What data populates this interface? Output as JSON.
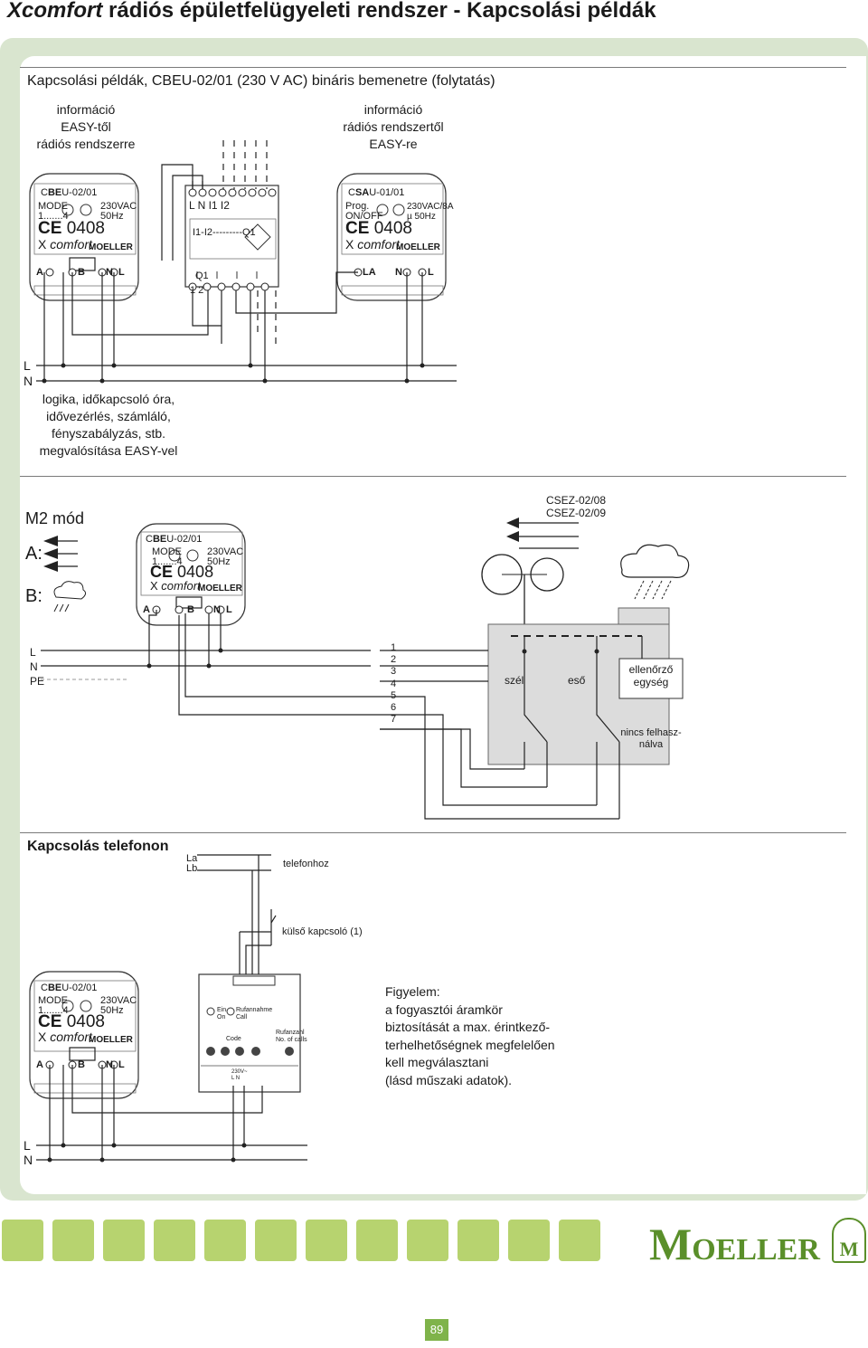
{
  "header": {
    "title_brand": "Xcomfort",
    "title_rest": " rádiós épületfelügyeleti rendszer - Kapcsolási példák"
  },
  "section1": {
    "heading": "Kapcsolási példák, CBEU-02/01 (230 V AC) bináris bemenetre (folytatás)",
    "left_info": [
      "információ",
      "EASY-től",
      "rádiós rendszerre"
    ],
    "right_info": [
      "információ",
      "rádiós rendszertől",
      "EASY-re"
    ],
    "bus_l": "L",
    "bus_n": "N",
    "easy_note": [
      "logika, időkapcsoló óra,",
      "idővezérlés, számláló,",
      "fényszabályzás, stb.",
      "megvalósítása EASY-vel"
    ]
  },
  "devices": {
    "cbeu": {
      "model_prefix": "C",
      "model_bold": "BE",
      "model_rest": "U-02/01",
      "mode": "MODE",
      "range": "1.......4",
      "voltage": "230VAC",
      "freq": "50Hz",
      "ce": "CE",
      "cert": "0408",
      "brand_x": "X",
      "brand_comfort": "comfort",
      "maker": "MOELLER",
      "term_a": "A",
      "term_b": "B",
      "term_n": "N",
      "term_l": "L"
    },
    "csau": {
      "model_prefix": "C",
      "model_bold": "SA",
      "model_rest": "U-01/01",
      "prog": "Prog.",
      "onoff": "ON/OFF",
      "voltage": "230VAC/8A",
      "freq": "µ   50Hz",
      "cert": "0408",
      "term_la": "LA",
      "term_n": "N",
      "term_l": "L"
    },
    "easy": {
      "terms": "L   N    I1  I2",
      "logic": "I1-I2---------Q1",
      "q1": "Q1",
      "q12": "1   2"
    }
  },
  "section2": {
    "mode_title": "M2 mód",
    "a_label": "A:",
    "b_label": "B:",
    "sensor_names": [
      "CSEZ-02/08",
      "CSEZ-02/09"
    ],
    "bus": [
      "L",
      "N",
      "PE"
    ],
    "numbers": [
      "1",
      "2",
      "3",
      "4",
      "5",
      "6",
      "7"
    ],
    "wind": "szél",
    "rain": "eső",
    "control_unit": [
      "ellenőrző",
      "egység"
    ],
    "unused": [
      "nincs felhasz-",
      "nálva"
    ]
  },
  "section3": {
    "heading": "Kapcsolás telefonon",
    "la": "La",
    "lb": "Lb",
    "phone": "telefonhoz",
    "ext_switch": "külső kapcsoló (1)",
    "tel_ein": "Ein",
    "tel_on": "On",
    "tel_rufannahme": "Rufannahme",
    "tel_call": "Call",
    "tel_code": "Code",
    "tel_rufanzahl": "Rufanzahl",
    "tel_calls": "No. of calls",
    "tel_voltage": "230V~",
    "tel_ln": "L   N",
    "note": [
      "Figyelem:",
      "a fogyasztói áramkör",
      "biztosítását a max. érintkező-",
      "terhelhetőségnek megfelelően",
      "kell megválasztani",
      "(lásd műszaki adatok)."
    ],
    "bus_l": "L",
    "bus_n": "N"
  },
  "footer": {
    "logo_m": "M",
    "logo_rest": "OELLER",
    "emblem": "M",
    "page_number": "89",
    "accent": "#b7d36f",
    "frame": "#d9e5cf"
  }
}
